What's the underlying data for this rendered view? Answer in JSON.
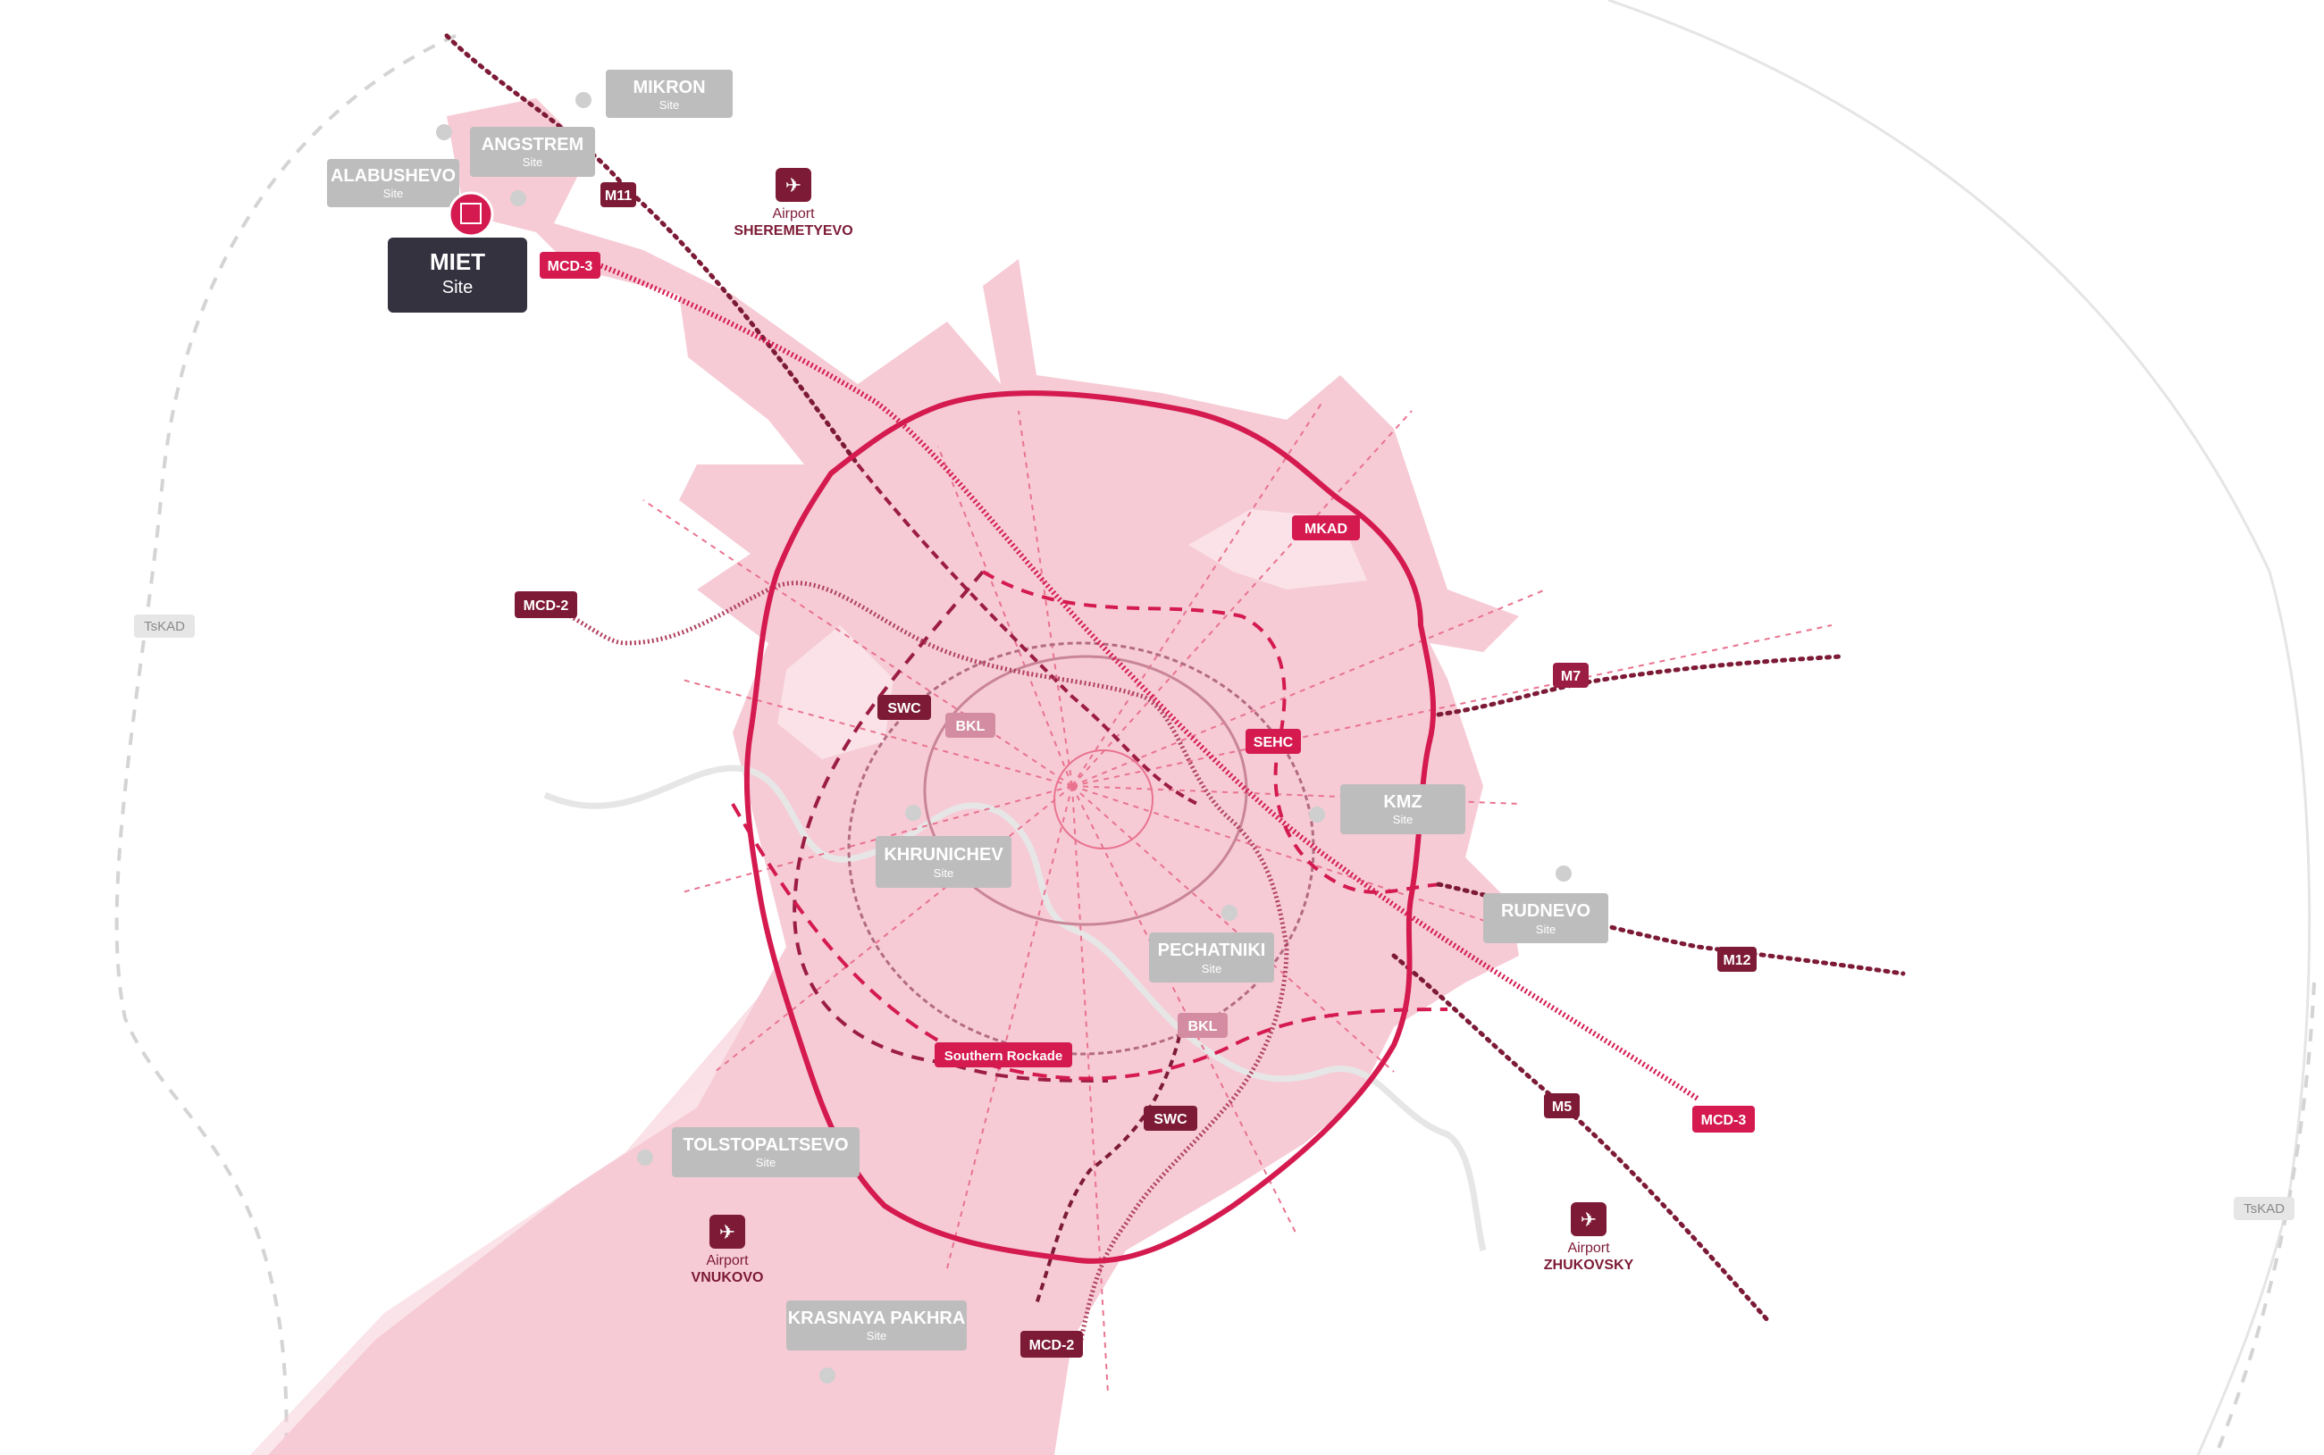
{
  "sites": {
    "miet": {
      "name": "MIET",
      "sub": "Site"
    },
    "mikron": {
      "name": "MIKRON",
      "sub": "Site"
    },
    "angstrem": {
      "name": "ANGSTREM",
      "sub": "Site"
    },
    "alabushevo": {
      "name": "ALABUSHEVO",
      "sub": "Site"
    },
    "khrunichev": {
      "name": "KHRUNICHEV",
      "sub": "Site"
    },
    "pechatniki": {
      "name": "PECHATNIKI",
      "sub": "Site"
    },
    "kmz": {
      "name": "KMZ",
      "sub": "Site"
    },
    "rudnevo": {
      "name": "RUDNEVO",
      "sub": "Site"
    },
    "tolstopaltsevo": {
      "name": "TOLSTOPALTSEVO",
      "sub": "Site"
    },
    "krasnaya": {
      "name": "KRASNAYA PAKHRA",
      "sub": "Site"
    }
  },
  "airports": {
    "sheremetyevo": {
      "line1": "Airport",
      "line2": "SHEREMETYEVO"
    },
    "vnukovo": {
      "line1": "Airport",
      "line2": "VNUKOVO"
    },
    "zhukovsky": {
      "line1": "Airport",
      "line2": "ZHUKOVSKY"
    }
  },
  "roads": {
    "mkad": "MKAD",
    "m11": "M11",
    "m7": "M7",
    "m12": "M12",
    "m5": "M5",
    "sehc": "SEHC",
    "swc_north": "SWC",
    "swc_south": "SWC",
    "southern_rockade": "Southern Rockade",
    "bkl_north": "BKL",
    "bkl_south": "BKL",
    "tskad_west": "TsKAD",
    "tskad_east": "TsKAD"
  },
  "rail": {
    "mcd3_north": "MCD-3",
    "mcd3_east": "MCD-3",
    "mcd2_west": "MCD-2",
    "mcd2_south": "MCD-2"
  },
  "icons": {
    "site": "building-icon",
    "site_active": "building-icon",
    "airport": "airplane-icon"
  },
  "colors": {
    "mkad_ring": "#d41a4f",
    "city_fill": "#f6cbd6",
    "highway": "#7d1a36",
    "rail_label": "#d41a4f",
    "tag_dark": "#7d1a36",
    "site_label_bg": "#bdbdbd",
    "active_site_bg": "#34323f"
  }
}
